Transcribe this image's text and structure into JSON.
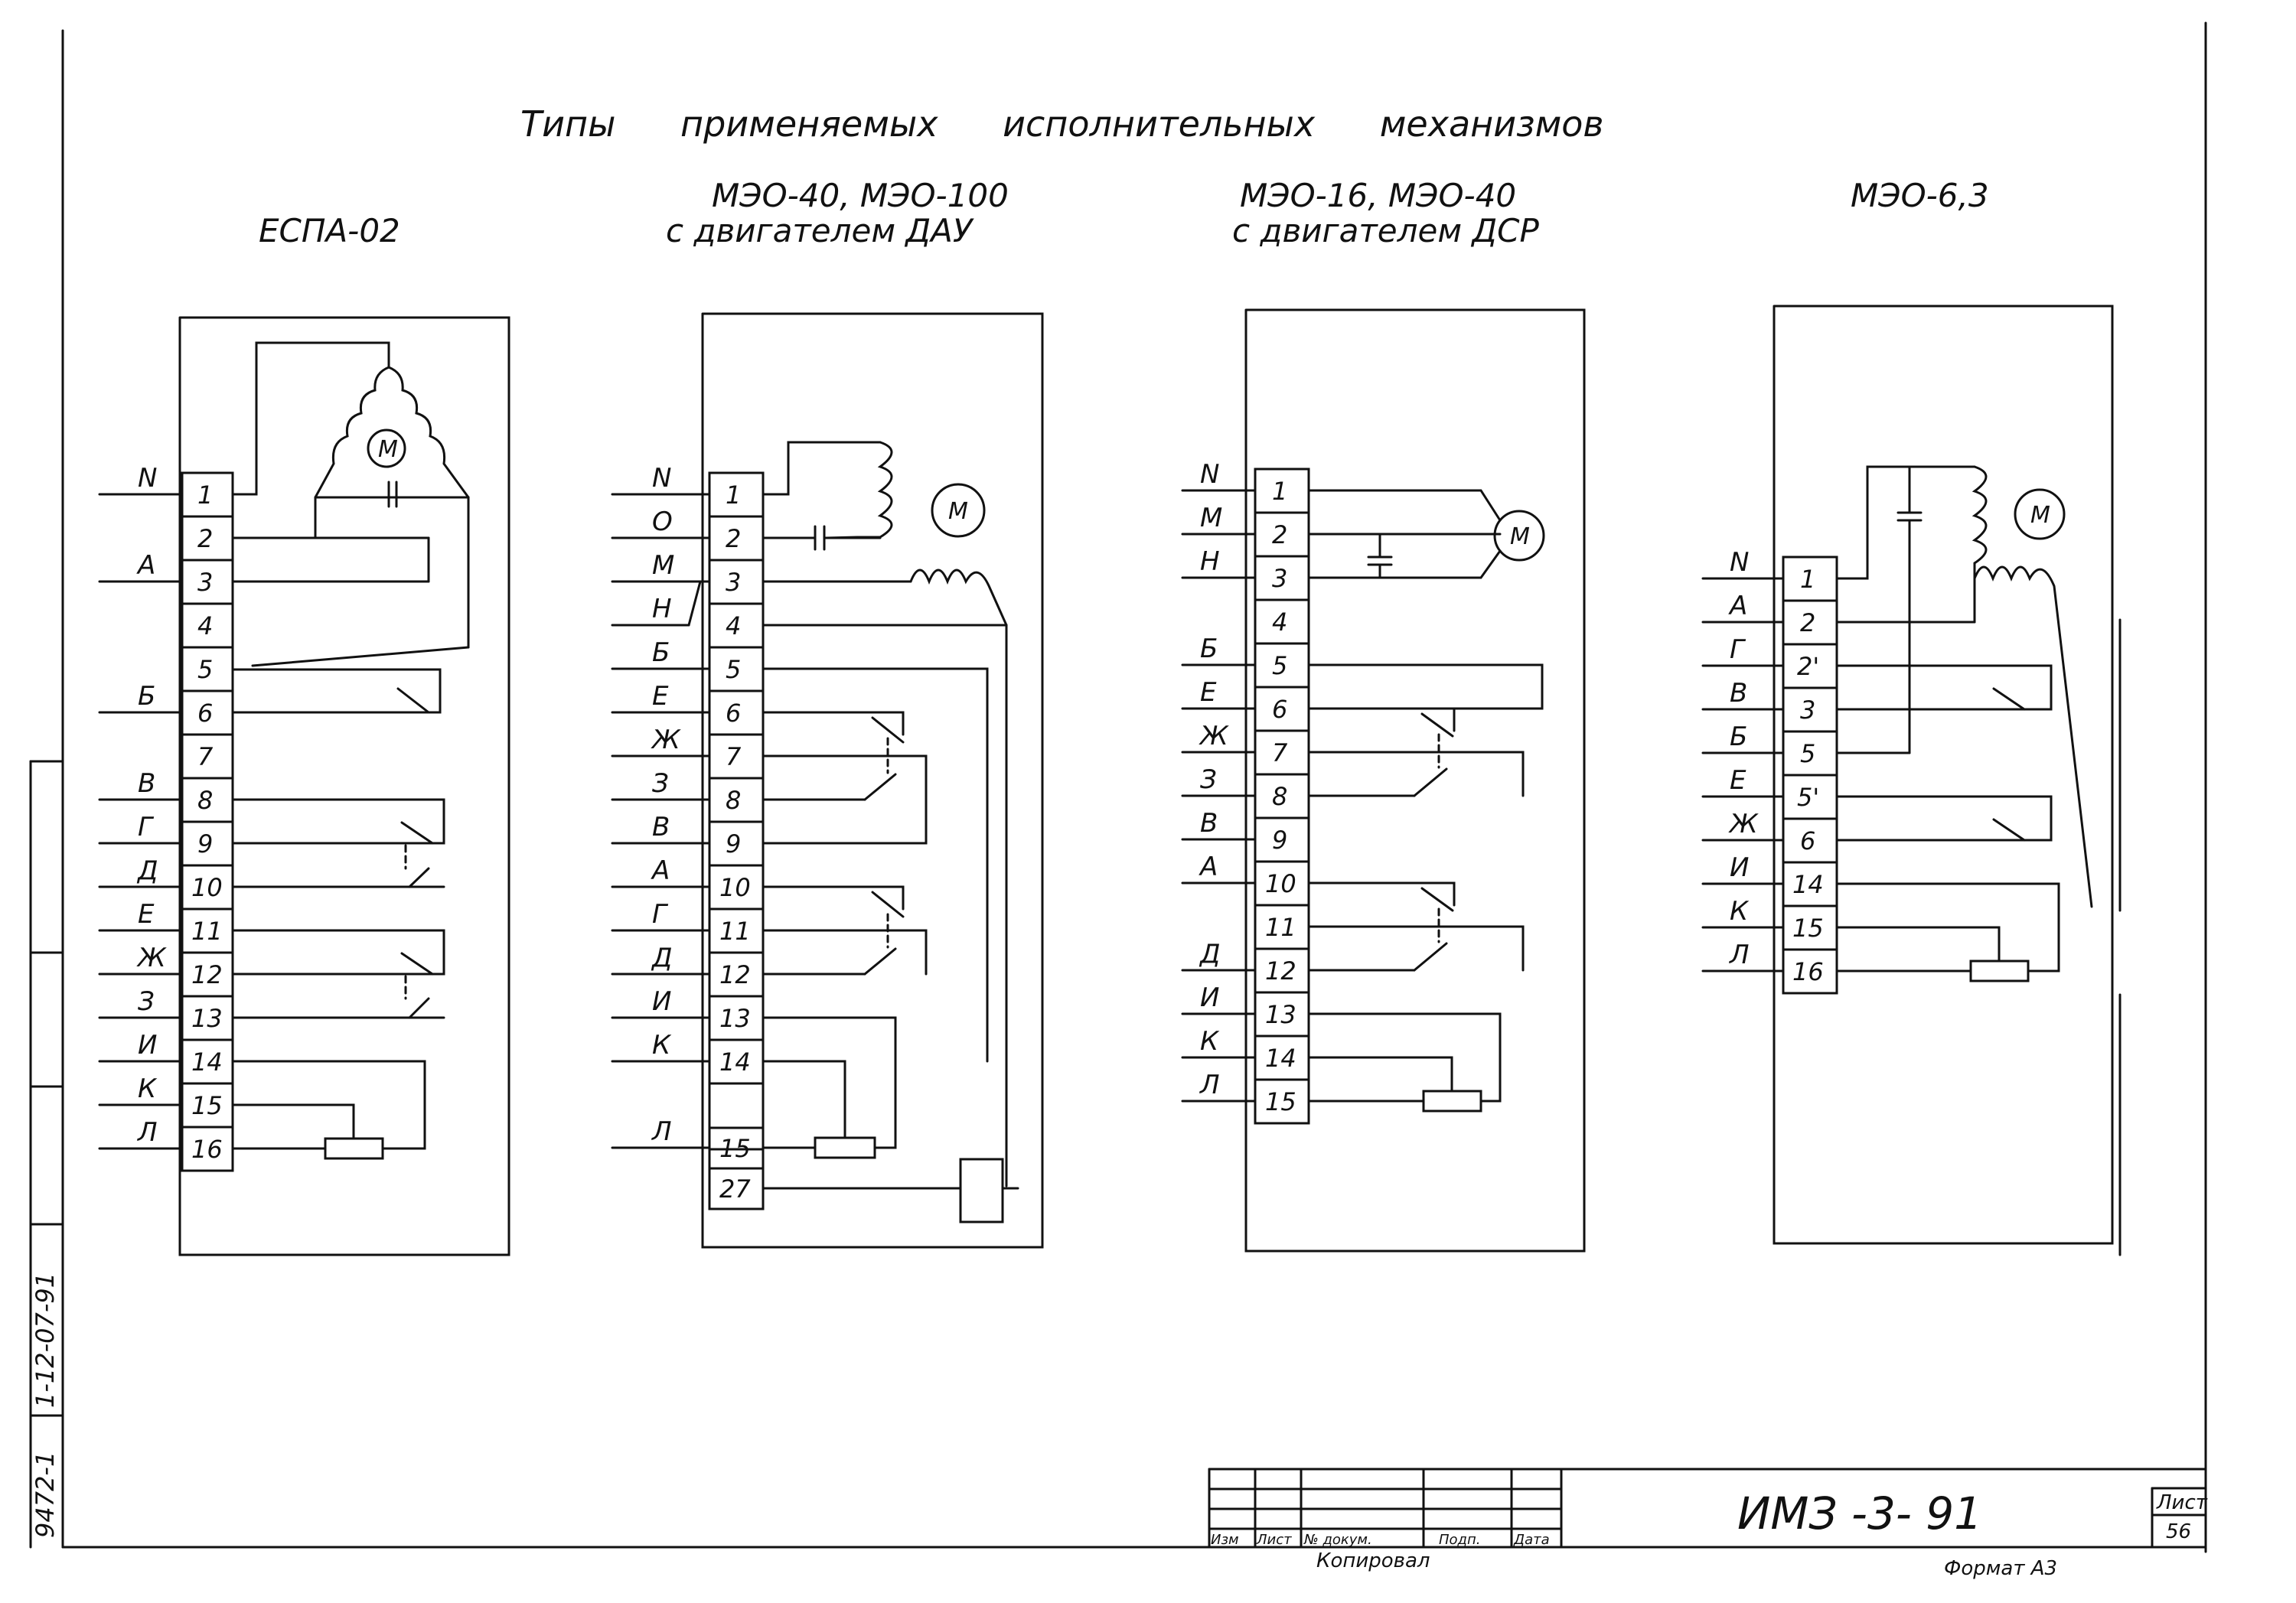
{
  "title": "Типы применяемых исполнительных механизмов",
  "columns": [
    {
      "id": "espa",
      "header": [
        "ЕСПА-02"
      ],
      "terminals": [
        "1",
        "2",
        "3",
        "4",
        "5",
        "6",
        "7",
        "8",
        "9",
        "10",
        "11",
        "12",
        "13",
        "14",
        "15",
        "16"
      ],
      "wires": [
        {
          "label": "N",
          "terminal": 0
        },
        {
          "label": "А",
          "terminal": 2
        },
        {
          "label": "Б",
          "terminal": 5
        },
        {
          "label": "В",
          "terminal": 7
        },
        {
          "label": "Г",
          "terminal": 8
        },
        {
          "label": "Д",
          "terminal": 9
        },
        {
          "label": "Е",
          "terminal": 10
        },
        {
          "label": "Ж",
          "terminal": 11
        },
        {
          "label": "З",
          "terminal": 12
        },
        {
          "label": "И",
          "terminal": 13
        },
        {
          "label": "К",
          "terminal": 14
        },
        {
          "label": "Л",
          "terminal": 15
        }
      ],
      "motor": "M"
    },
    {
      "id": "meo40dau",
      "header": [
        "МЭО-40, МЭО-100",
        "с двигателем ДАУ"
      ],
      "terminals": [
        "1",
        "2",
        "3",
        "4",
        "5",
        "6",
        "7",
        "8",
        "9",
        "10",
        "11",
        "12",
        "13",
        "14",
        "15",
        "27"
      ],
      "wires": [
        {
          "label": "N",
          "terminal": 0
        },
        {
          "label": "О",
          "terminal": 1
        },
        {
          "label": "М",
          "terminal": 2
        },
        {
          "label": "Н",
          "terminal": 3
        },
        {
          "label": "Б",
          "terminal": 4
        },
        {
          "label": "Е",
          "terminal": 5
        },
        {
          "label": "Ж",
          "terminal": 6
        },
        {
          "label": "З",
          "terminal": 7
        },
        {
          "label": "В",
          "terminal": 8
        },
        {
          "label": "А",
          "terminal": 9
        },
        {
          "label": "Г",
          "terminal": 10
        },
        {
          "label": "Д",
          "terminal": 11
        },
        {
          "label": "И",
          "terminal": 12
        },
        {
          "label": "К",
          "terminal": 13
        },
        {
          "label": "Л",
          "terminal": 14
        }
      ],
      "motor": "M"
    },
    {
      "id": "meo16dsr",
      "header": [
        "МЭО-16, МЭО-40",
        "с двигателем ДСР"
      ],
      "terminals": [
        "1",
        "2",
        "3",
        "4",
        "5",
        "6",
        "7",
        "8",
        "9",
        "10",
        "11",
        "12",
        "13",
        "14",
        "15"
      ],
      "wires": [
        {
          "label": "N",
          "terminal": 0
        },
        {
          "label": "М",
          "terminal": 1
        },
        {
          "label": "Н",
          "terminal": 2
        },
        {
          "label": "Б",
          "terminal": 4
        },
        {
          "label": "Е",
          "terminal": 5
        },
        {
          "label": "Ж",
          "terminal": 6
        },
        {
          "label": "З",
          "terminal": 7
        },
        {
          "label": "В",
          "terminal": 8
        },
        {
          "label": "А",
          "terminal": 9
        },
        {
          "label": "Д",
          "terminal": 11
        },
        {
          "label": "И",
          "terminal": 12
        },
        {
          "label": "К",
          "terminal": 13
        },
        {
          "label": "Л",
          "terminal": 14
        }
      ],
      "motor": "M"
    },
    {
      "id": "meo63",
      "header": [
        "МЭО-6,3"
      ],
      "terminals": [
        "1",
        "2",
        "2'",
        "3",
        "5",
        "5'",
        "6",
        "14",
        "15",
        "16"
      ],
      "wires": [
        {
          "label": "N",
          "terminal": 0
        },
        {
          "label": "А",
          "terminal": 1
        },
        {
          "label": "Г",
          "terminal": 2
        },
        {
          "label": "В",
          "terminal": 3
        },
        {
          "label": "Б",
          "terminal": 4
        },
        {
          "label": "Е",
          "terminal": 5
        },
        {
          "label": "Ж",
          "terminal": 6
        },
        {
          "label": "И",
          "terminal": 7
        },
        {
          "label": "К",
          "terminal": 8
        },
        {
          "label": "Л",
          "terminal": 9
        }
      ],
      "motor": "M"
    }
  ],
  "stamp": {
    "headers": [
      "Изм",
      "Лист",
      "№ докум.",
      "Подп.",
      "Дата"
    ],
    "designation": "ИМЗ -3- 91",
    "sheet_label": "Лист",
    "sheet_number": "56",
    "copied": "Копировал",
    "format": "Формат А3"
  },
  "side_stamp": [
    "9472-1",
    "1-12-07-91"
  ]
}
